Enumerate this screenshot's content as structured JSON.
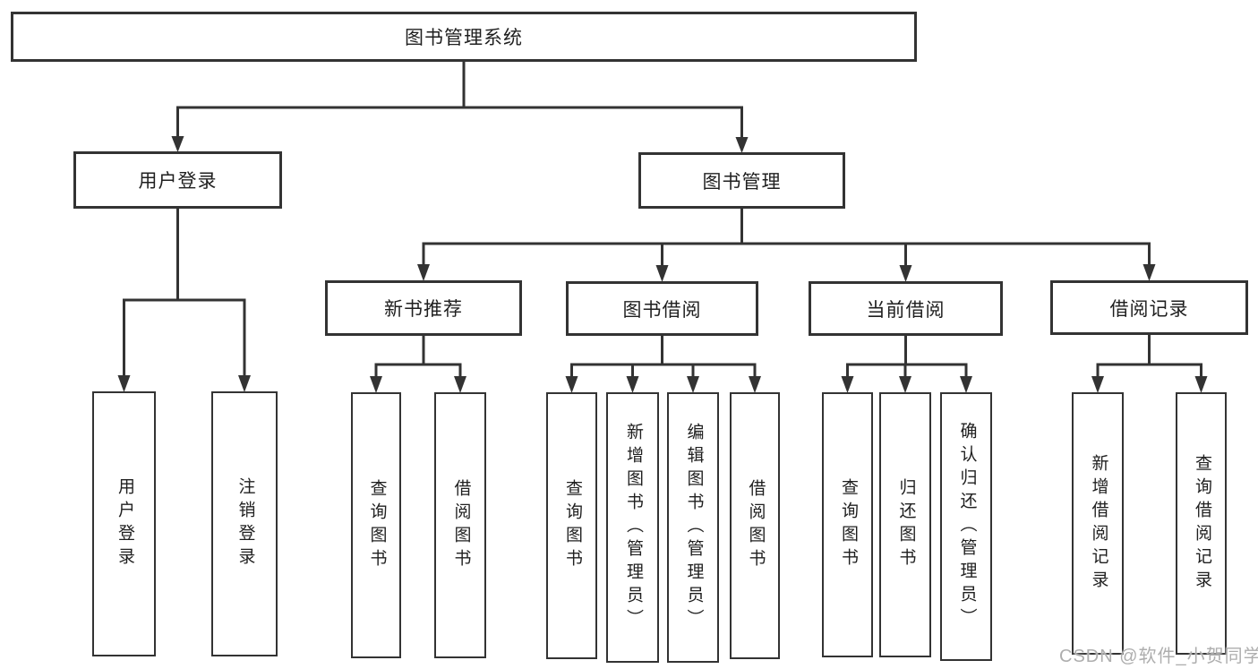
{
  "watermark": "CSDN @软件_小贺同学",
  "colors": {
    "line": "#333333",
    "box_border": "#333333",
    "text": "#1f1f1f",
    "watermark": "#aeaeae",
    "background": "#ffffff"
  },
  "tree": {
    "root": {
      "label": "图书管理系统"
    },
    "branches": [
      {
        "label": "用户登录",
        "children": [
          {
            "label": "用户登录"
          },
          {
            "label": "注销登录"
          }
        ]
      },
      {
        "label": "图书管理",
        "children": [
          {
            "label": "新书推荐",
            "children": [
              {
                "label": "查询图书"
              },
              {
                "label": "借阅图书"
              }
            ]
          },
          {
            "label": "图书借阅",
            "children": [
              {
                "label": "查询图书"
              },
              {
                "label": "新增图书（管理员）"
              },
              {
                "label": "编辑图书（管理员）"
              },
              {
                "label": "借阅图书"
              }
            ]
          },
          {
            "label": "当前借阅",
            "children": [
              {
                "label": "查询图书"
              },
              {
                "label": "归还图书"
              },
              {
                "label": "确认归还（管理员）"
              }
            ]
          },
          {
            "label": "借阅记录",
            "children": [
              {
                "label": "新增借阅记录"
              },
              {
                "label": "查询借阅记录"
              }
            ]
          }
        ]
      }
    ]
  }
}
